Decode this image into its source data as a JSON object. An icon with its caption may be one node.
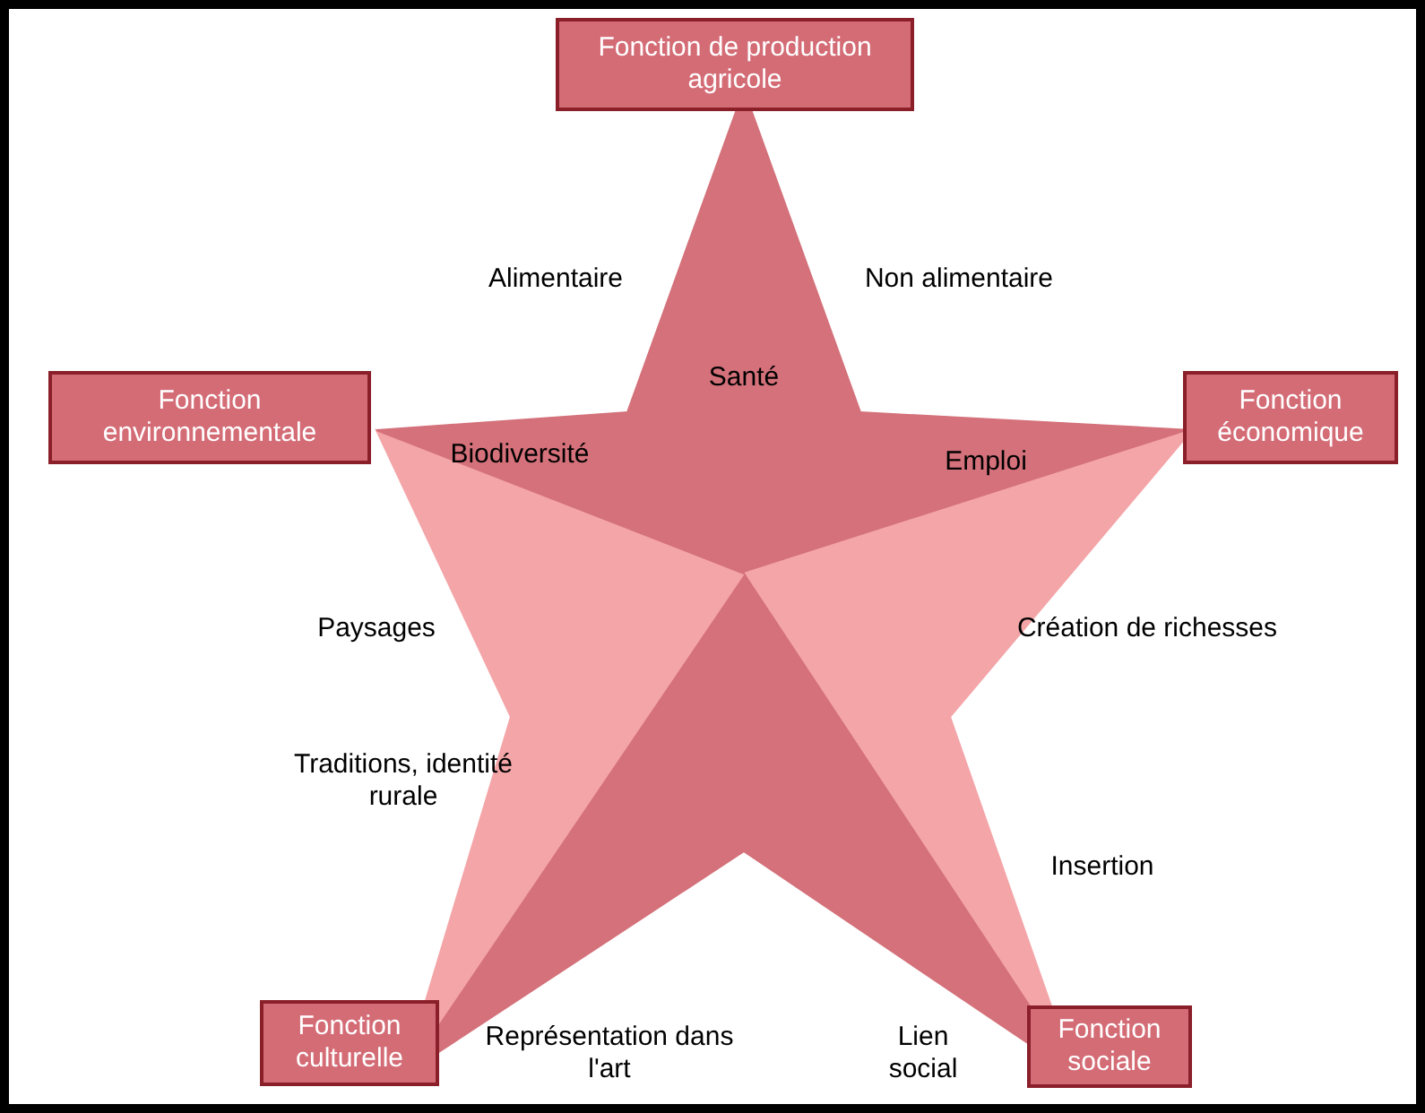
{
  "diagram": {
    "nodes": [
      {
        "text": [
          "Fonction de production agricole"
        ]
      },
      {
        "text": [
          "Fonction environnementale"
        ]
      },
      {
        "text": [
          "Fonction économique"
        ]
      },
      {
        "text": [
          "Fonction culturelle"
        ]
      },
      {
        "text": [
          "Fonction sociale"
        ]
      }
    ],
    "labels": [
      "Alimentaire",
      "Non alimentaire",
      "Santé",
      "Biodiversité",
      "Emploi",
      "Paysages",
      "Création de richesses",
      "Traditions, identité rurale",
      "Insertion",
      "Représentation dans l'art",
      "Lien social"
    ]
  }
}
